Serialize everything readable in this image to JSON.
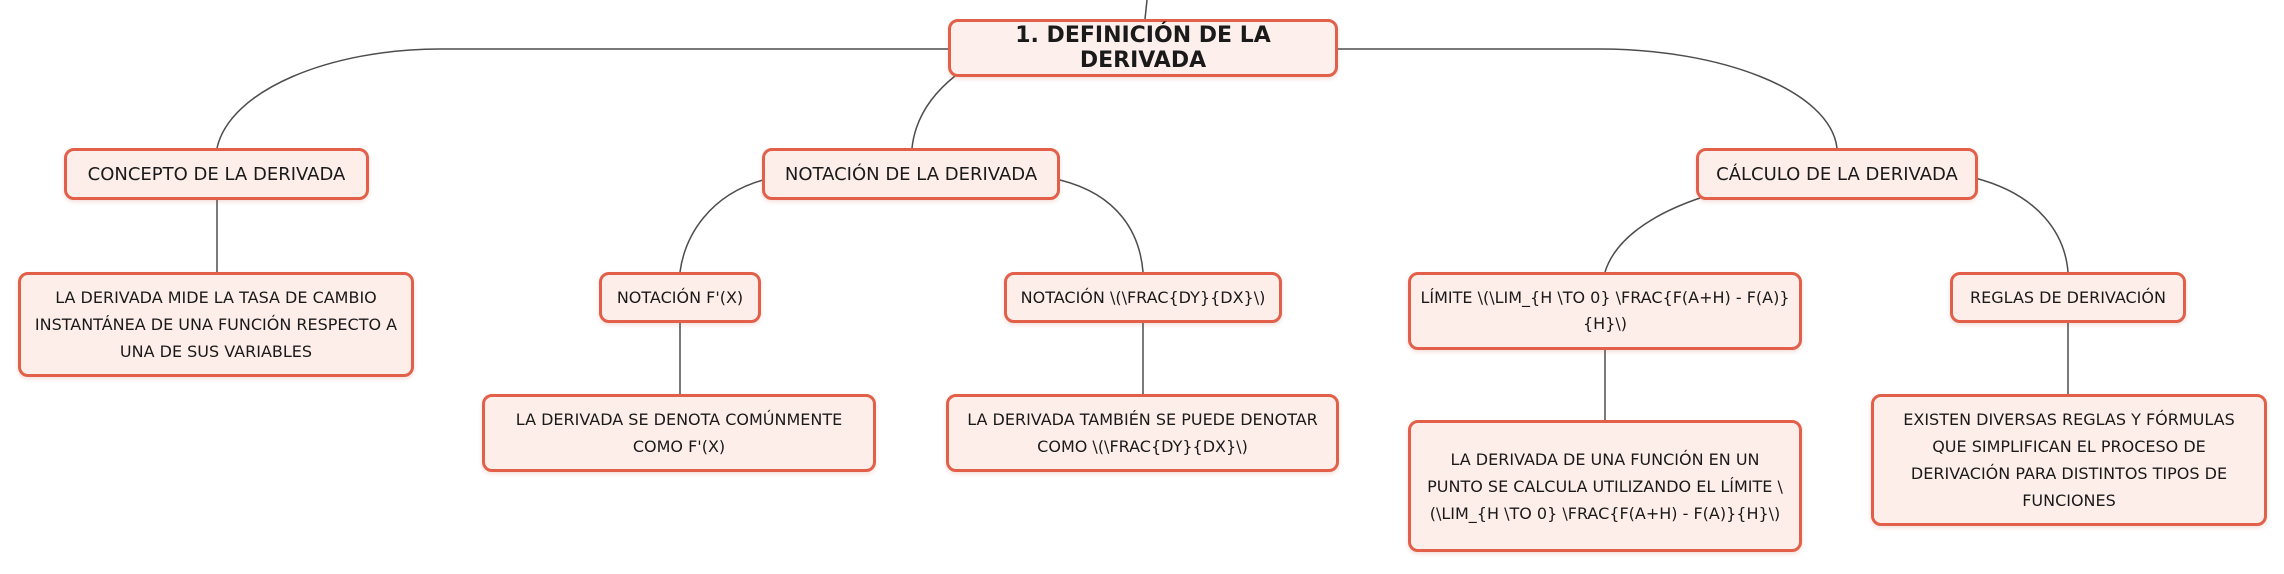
{
  "root": {
    "label": "1. DEFINICIÓN DE LA DERIVADA"
  },
  "topics": {
    "concepto": {
      "label": "CONCEPTO DE LA DERIVADA",
      "detail": "LA DERIVADA MIDE LA TASA DE CAMBIO INSTANTÁNEA DE UNA FUNCIÓN RESPECTO A UNA DE SUS VARIABLES"
    },
    "notacion": {
      "label": "NOTACIÓN DE LA DERIVADA",
      "prime": {
        "label": "NOTACIÓN F'(X)",
        "detail": "LA DERIVADA SE DENOTA COMÚNMENTE COMO F'(X)"
      },
      "leibniz": {
        "label": "NOTACIÓN \\(\\FRAC{DY}{DX}\\)",
        "detail": "LA DERIVADA TAMBIÉN SE PUEDE DENOTAR COMO \\(\\FRAC{DY}{DX}\\)"
      }
    },
    "calculo": {
      "label": "CÁLCULO DE LA DERIVADA",
      "limite": {
        "label": "LÍMITE \\(\\LIM_{H \\TO 0} \\FRAC{F(A+H) - F(A)}{H}\\)",
        "detail": "LA DERIVADA DE UNA FUNCIÓN EN UN PUNTO SE CALCULA UTILIZANDO EL LÍMITE \\(\\LIM_{H \\TO 0} \\FRAC{F(A+H) - F(A)}{H}\\)"
      },
      "reglas": {
        "label": "REGLAS DE DERIVACIÓN",
        "detail": "EXISTEN DIVERSAS REGLAS Y FÓRMULAS QUE SIMPLIFICAN EL PROCESO DE DERIVACIÓN PARA DISTINTOS TIPOS DE FUNCIONES"
      }
    }
  },
  "colors": {
    "node_border": "#e2604a",
    "node_fill": "#fdeeea",
    "connector": "#4d4d4d"
  }
}
